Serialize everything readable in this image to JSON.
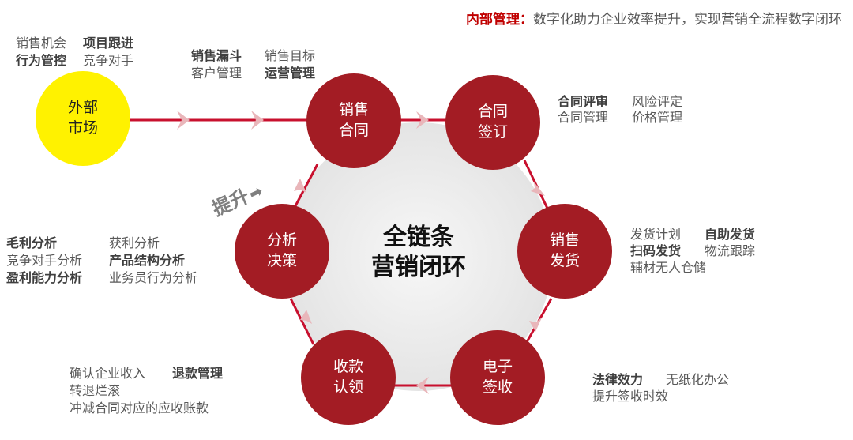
{
  "headline": {
    "key": "内部管理：",
    "text": "数字化助力企业效率提升，实现营销全流程数字闭环"
  },
  "external_market": {
    "line1": "外部",
    "line2": "市场",
    "tags": [
      {
        "text": "销售机会",
        "bold": false
      },
      {
        "text": "项目跟进",
        "bold": true
      },
      {
        "text": "行为管控",
        "bold": true
      },
      {
        "text": "竞争对手",
        "bold": false
      }
    ]
  },
  "funnel_tags": [
    {
      "text": "销售漏斗",
      "bold": true
    },
    {
      "text": "销售目标",
      "bold": false
    },
    {
      "text": "客户管理",
      "bold": false
    },
    {
      "text": "运营管理",
      "bold": true
    }
  ],
  "boost_label": "提升",
  "boost_arrow": "➡",
  "center": {
    "line1": "全链条",
    "line2": "营销闭环"
  },
  "nodes": [
    {
      "id": "sales-contract",
      "line1": "销售",
      "line2": "合同"
    },
    {
      "id": "contract-signing",
      "line1": "合同",
      "line2": "签订"
    },
    {
      "id": "sales-shipping",
      "line1": "销售",
      "line2": "发货"
    },
    {
      "id": "e-receipt",
      "line1": "电子",
      "line2": "签收"
    },
    {
      "id": "payment-claim",
      "line1": "收款",
      "line2": "认领"
    },
    {
      "id": "analysis-decision",
      "line1": "分析",
      "line2": "决策"
    }
  ],
  "contract_tags": [
    {
      "text": "合同评审",
      "bold": true
    },
    {
      "text": "风险评定",
      "bold": false
    },
    {
      "text": "合同管理",
      "bold": false
    },
    {
      "text": "价格管理",
      "bold": false
    }
  ],
  "shipping_tags": [
    {
      "text": "发货计划",
      "bold": false
    },
    {
      "text": "自助发货",
      "bold": true
    },
    {
      "text": "扫码发货",
      "bold": true
    },
    {
      "text": "物流跟踪",
      "bold": false
    },
    {
      "text": "辅材无人仓储",
      "bold": false
    }
  ],
  "receipt_tags": [
    {
      "text": "法律效力",
      "bold": true
    },
    {
      "text": "无纸化办公",
      "bold": false
    },
    {
      "text": "提升签收时效",
      "bold": false
    }
  ],
  "payment_tags": [
    {
      "text": "确认企业收入",
      "bold": false
    },
    {
      "text": "退款管理",
      "bold": true
    },
    {
      "text": "转退烂滚",
      "bold": false
    },
    {
      "text": "冲减合同对应的应收账款",
      "bold": false
    }
  ],
  "analysis_tags": [
    {
      "text": "毛利分析",
      "bold": true
    },
    {
      "text": "获利分析",
      "bold": false
    },
    {
      "text": "竞争对手分析",
      "bold": false
    },
    {
      "text": "产品结构分析",
      "bold": true
    },
    {
      "text": "盈利能力分析",
      "bold": true
    },
    {
      "text": "业务员行为分析",
      "bold": false
    }
  ],
  "colors": {
    "node": "#a31c24",
    "market": "#fff200",
    "ring": "#c8102e",
    "center_fill": "#ececec",
    "accent": "#c00000"
  }
}
